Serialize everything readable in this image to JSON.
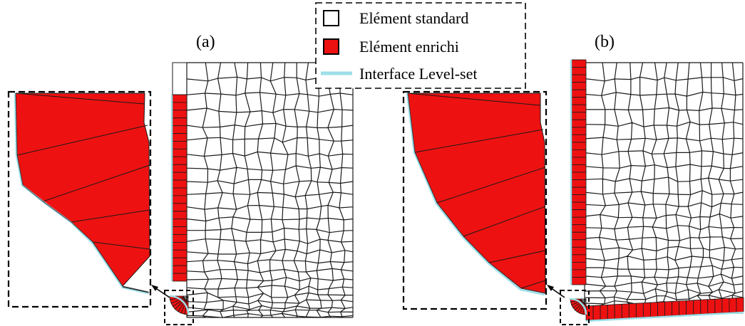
{
  "panels": [
    {
      "id": "a",
      "label": "(a)"
    },
    {
      "id": "b",
      "label": "(b)"
    }
  ],
  "legend": {
    "items": [
      {
        "key": "standard",
        "label": "Elément standard",
        "swatch": "outline-square",
        "color": "#ffffff"
      },
      {
        "key": "enriched",
        "label": "Elément enrichi",
        "swatch": "filled-square",
        "color": "#ee1111"
      },
      {
        "key": "levelset",
        "label": "Interface Level-set",
        "swatch": "line",
        "color": "#9edfe8"
      }
    ]
  },
  "colors": {
    "mesh": "#1a1a1a",
    "enriched": "#ee1111",
    "interface": "#9edfe8",
    "frame": "#000000"
  }
}
